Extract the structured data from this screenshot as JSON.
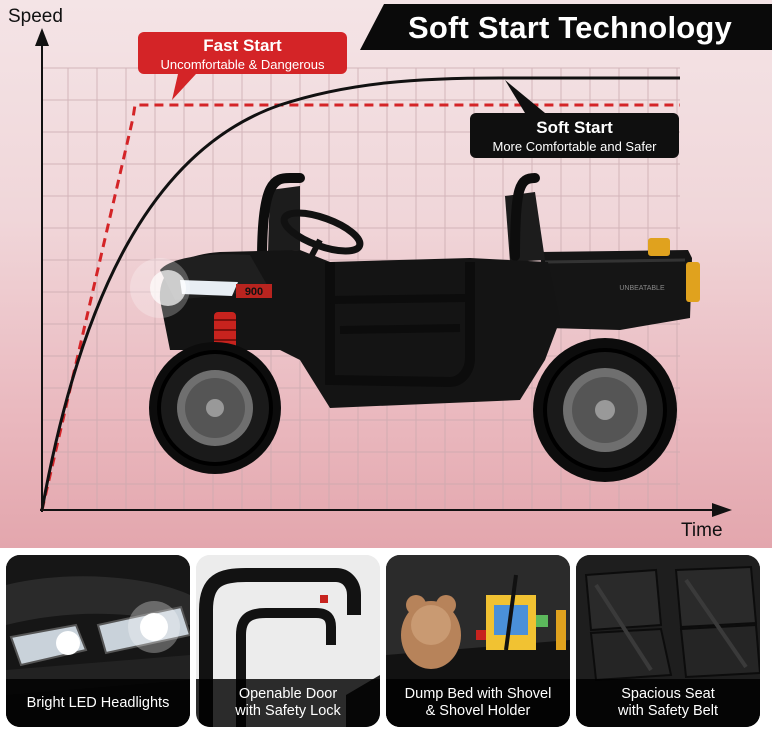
{
  "banner": {
    "title": "Soft Start Technology"
  },
  "axes": {
    "y_label": "Speed",
    "x_label": "Time"
  },
  "callouts": {
    "fast": {
      "title": "Fast Start",
      "subtitle": "Uncomfortable & Dangerous",
      "color": "#d42427"
    },
    "soft": {
      "title": "Soft Start",
      "subtitle": "More Comfortable and Safer",
      "color": "#0f0f0f"
    }
  },
  "product": {
    "model_badge": "900",
    "side_badge": "UNBEATABLE"
  },
  "features": [
    {
      "caption": "Bright LED Headlights",
      "icon": "headlight-closeup"
    },
    {
      "caption": "Openable Door\nwith Safety Lock",
      "icon": "door-closeup"
    },
    {
      "caption": "Dump Bed with Shovel\n& Shovel Holder",
      "icon": "dump-bed-closeup"
    },
    {
      "caption": "Spacious Seat\nwith Safety Belt",
      "icon": "seat-closeup"
    }
  ]
}
